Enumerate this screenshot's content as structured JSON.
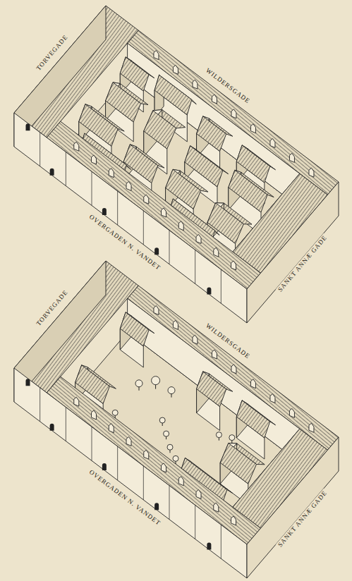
{
  "diagram": {
    "labels": [
      "TORVEGADE",
      "WILDERSGADE",
      "OVERGADEN N. VANDET",
      "SANKT ANNÆ GADE",
      "TORVEGADE",
      "WILDERSGADE",
      "OVERGADEN N. VANDET",
      "SANKT ANNÆ GADE"
    ]
  }
}
